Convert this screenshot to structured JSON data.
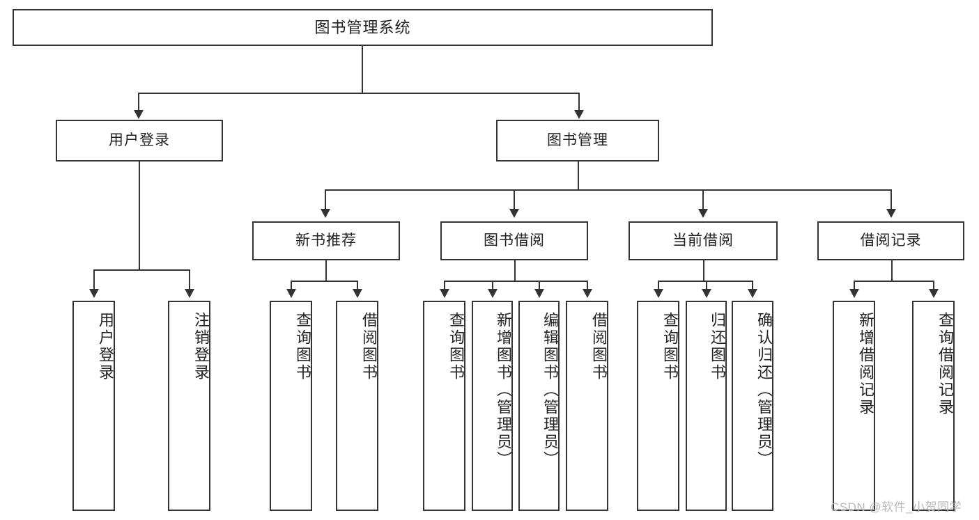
{
  "diagram": {
    "title": "图书管理系统",
    "type": "tree-hierarchy",
    "watermark": "CSDN @软件_小贺同学",
    "colors": {
      "stroke": "#333333",
      "fill": "#ffffff",
      "text": "#222222",
      "watermark": "#b9b9b9"
    },
    "root": {
      "label": "图书管理系统"
    },
    "level2": [
      {
        "label": "用户登录"
      },
      {
        "label": "图书管理"
      }
    ],
    "level3": [
      {
        "label": "新书推荐"
      },
      {
        "label": "图书借阅"
      },
      {
        "label": "当前借阅"
      },
      {
        "label": "借阅记录"
      }
    ],
    "leaves": {
      "user_login": [
        {
          "label": "用户登录"
        },
        {
          "label": "注销登录"
        }
      ],
      "new_book_recommend": [
        {
          "label": "查询图书"
        },
        {
          "label": "借阅图书"
        }
      ],
      "book_borrow": [
        {
          "label": "查询图书"
        },
        {
          "label": "新增图书（管理员）"
        },
        {
          "label": "编辑图书（管理员）"
        },
        {
          "label": "借阅图书"
        }
      ],
      "current_borrow": [
        {
          "label": "查询图书"
        },
        {
          "label": "归还图书"
        },
        {
          "label": "确认归还（管理员）"
        }
      ],
      "borrow_record": [
        {
          "label": "新增借阅记录"
        },
        {
          "label": "查询借阅记录"
        }
      ]
    }
  }
}
